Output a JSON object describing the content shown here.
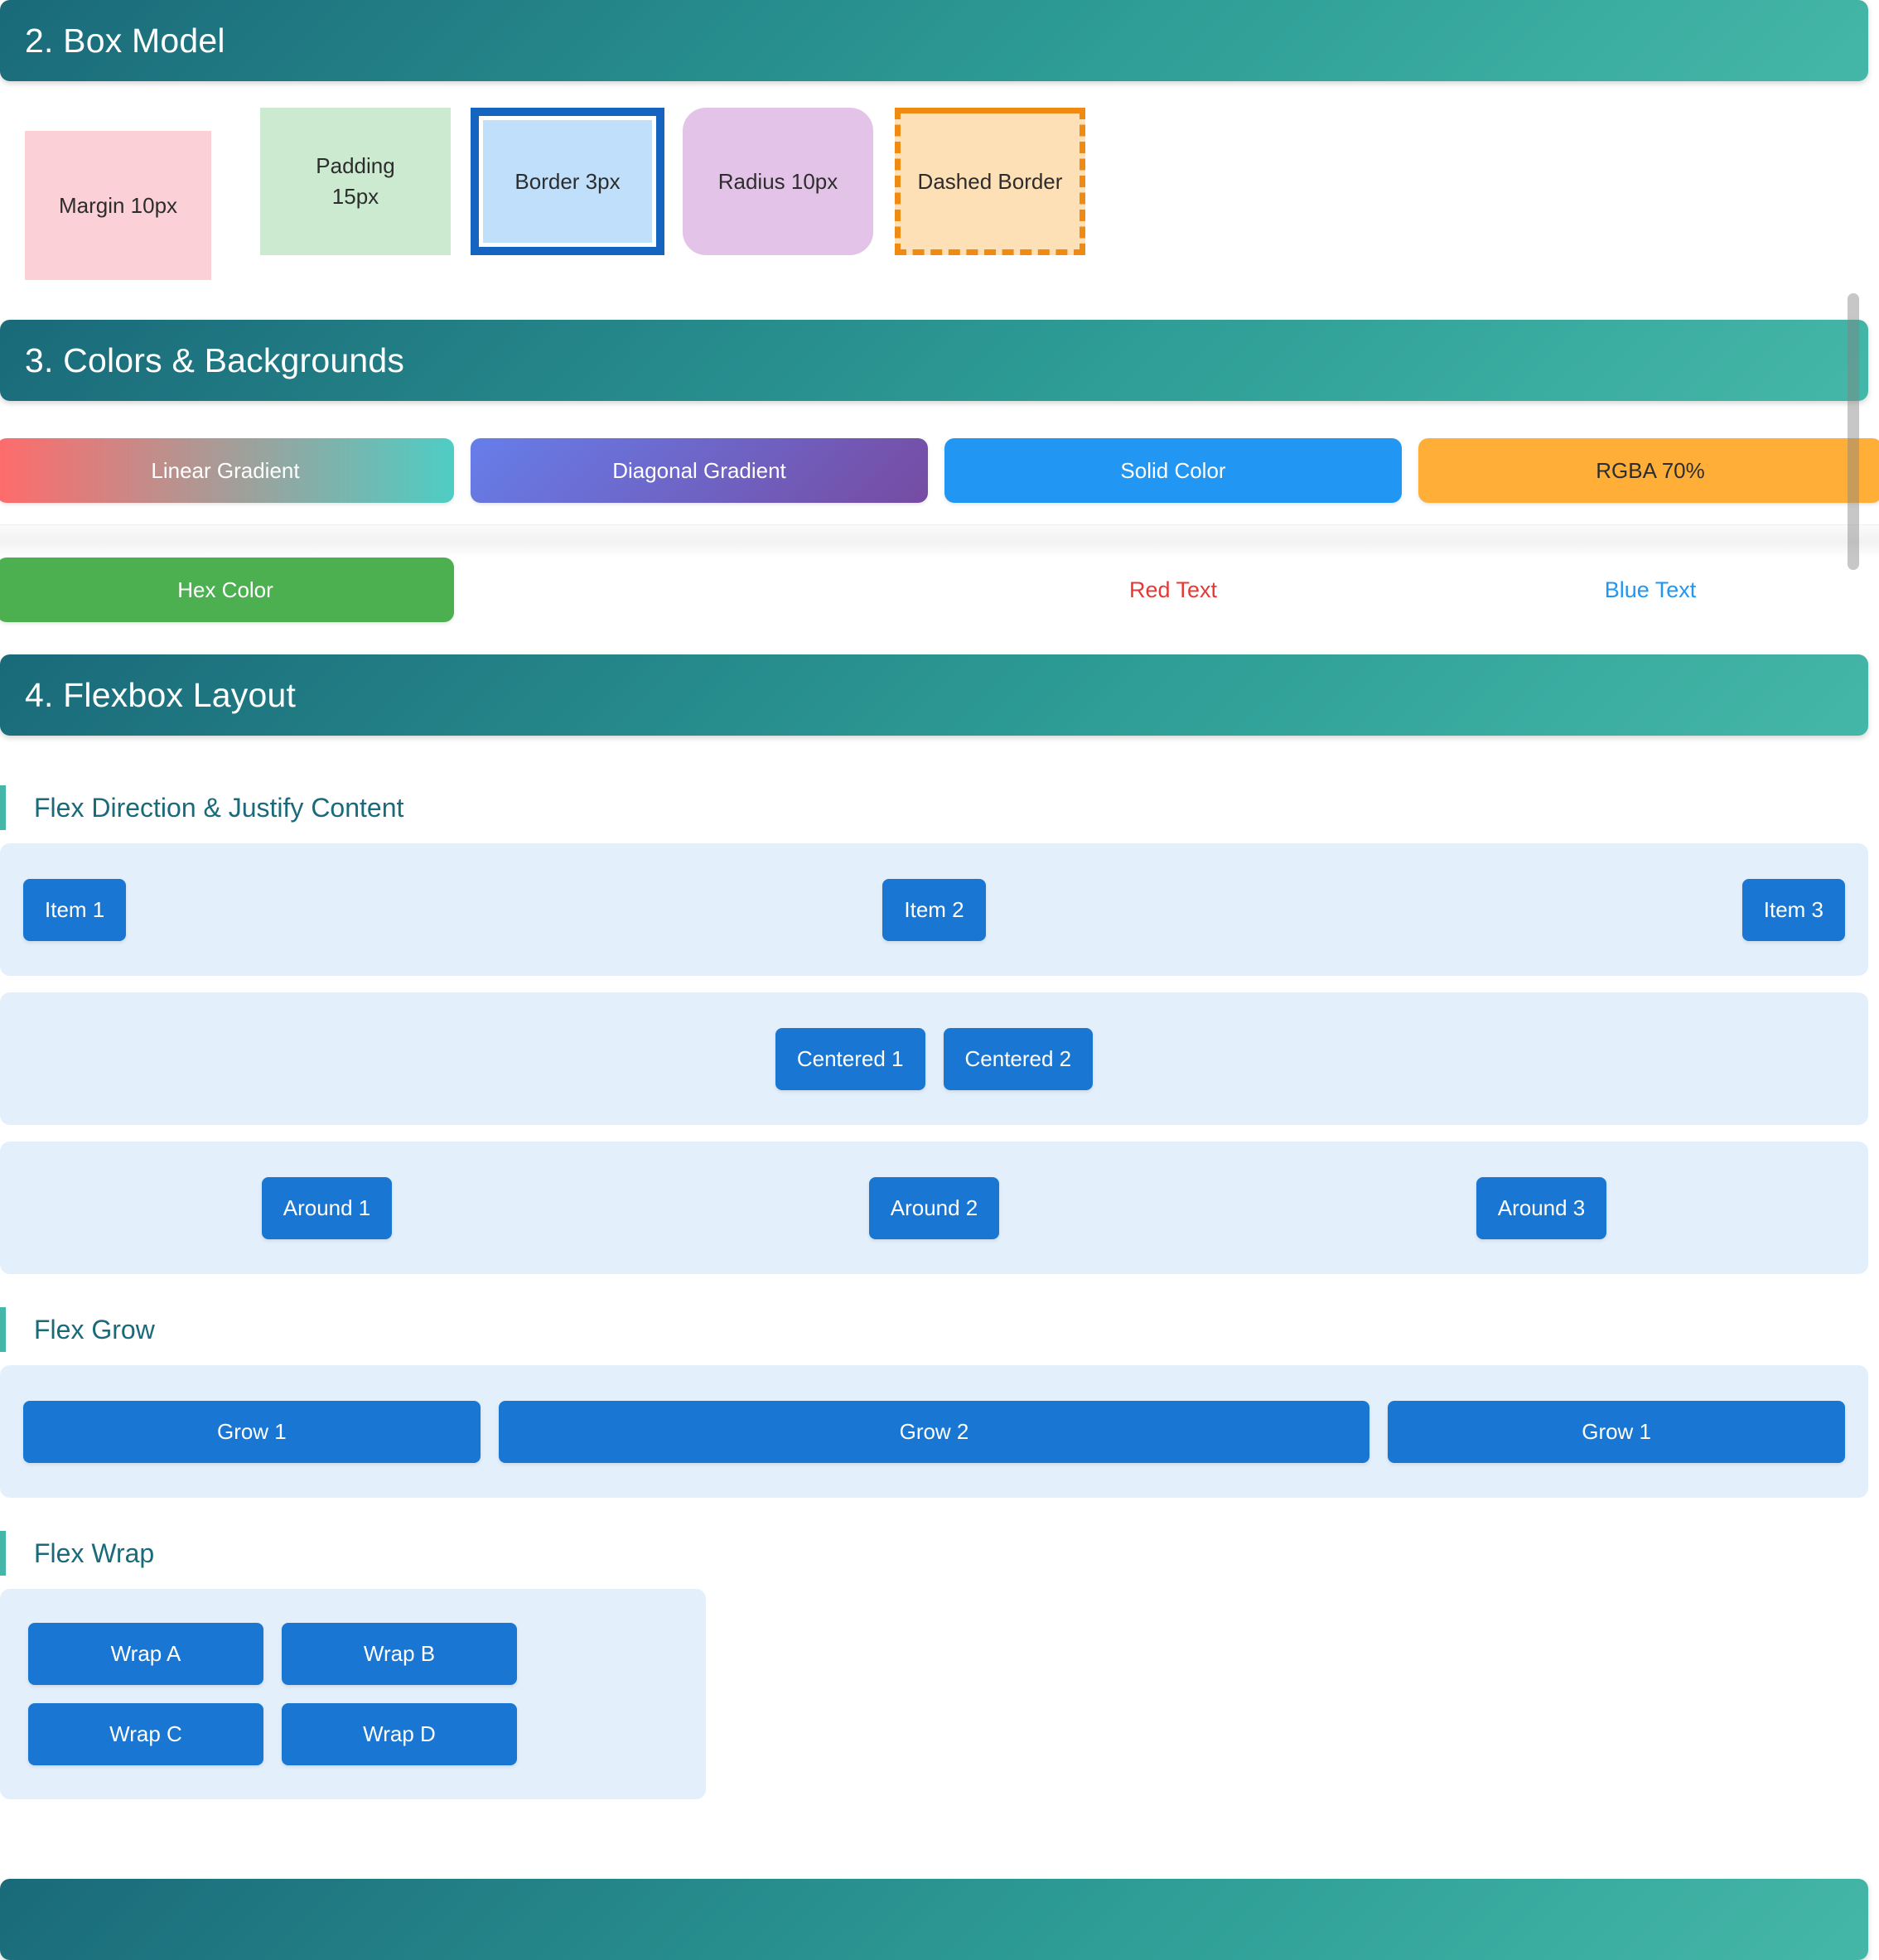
{
  "sections": [
    {
      "id": "box-model",
      "title": "2. Box Model"
    },
    {
      "id": "colors",
      "title": "3. Colors & Backgrounds"
    },
    {
      "id": "flexbox",
      "title": "4. Flexbox Layout"
    }
  ],
  "box_model": {
    "items": [
      {
        "name": "margin",
        "label": "Margin 10px",
        "bg": "#fbd0d7",
        "note": "margin 10px"
      },
      {
        "name": "padding",
        "label": "Padding\n15px",
        "line1": "Padding",
        "line2": "15px",
        "bg": "#cceacf"
      },
      {
        "name": "border",
        "label": "Border 3px",
        "bg": "#bfdffa",
        "border_color": "#1565c0"
      },
      {
        "name": "radius",
        "label": "Radius 10px",
        "bg": "#e3c4e8",
        "radius": "10px"
      },
      {
        "name": "dashed",
        "label": "Dashed Border",
        "bg": "#fde0b5",
        "border_color": "#ef8b12"
      }
    ]
  },
  "colors": {
    "row1": [
      {
        "name": "linear-gradient",
        "label": "Linear Gradient",
        "from": "#ff6b6b",
        "to": "#4ecdc4",
        "text": "#ffffff"
      },
      {
        "name": "diagonal-gradient",
        "label": "Diagonal Gradient",
        "from": "#667eea",
        "to": "#764ba2",
        "text": "#ffffff"
      },
      {
        "name": "solid-color",
        "label": "Solid Color",
        "color": "#2196f3",
        "text": "#ffffff"
      },
      {
        "name": "rgba-color",
        "label": "RGBA 70%",
        "color": "rgba(255,152,0,0.7)",
        "text": "#2d2d2d"
      }
    ],
    "row2": [
      {
        "name": "hex-color",
        "label": "Hex Color",
        "color": "#4caf50",
        "text": "#ffffff"
      },
      {
        "name": "red-text",
        "label": "Red Text",
        "color": "#e53935"
      },
      {
        "name": "blue-text",
        "label": "Blue Text",
        "color": "#2196f3"
      }
    ]
  },
  "flexbox": {
    "subheadings": {
      "direction": "Flex Direction & Justify Content",
      "grow": "Flex Grow",
      "wrap": "Flex Wrap"
    },
    "space_between": [
      "Item 1",
      "Item 2",
      "Item 3"
    ],
    "center": [
      "Centered 1",
      "Centered 2"
    ],
    "space_around": [
      "Around 1",
      "Around 2",
      "Around 3"
    ],
    "grow": [
      "Grow 1",
      "Grow 2",
      "Grow 1"
    ],
    "wrap": [
      "Wrap A",
      "Wrap B",
      "Wrap C",
      "Wrap D"
    ]
  },
  "scrollbars": {
    "vertical_present": true,
    "horizontal_present": true
  }
}
